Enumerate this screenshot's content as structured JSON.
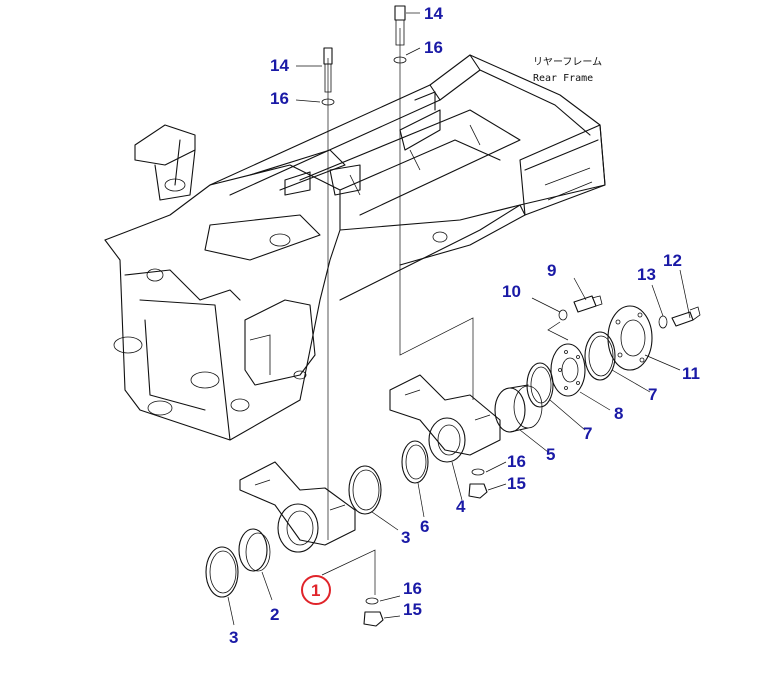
{
  "frame_label": {
    "japanese": "リヤーフレーム",
    "english": "Rear Frame"
  },
  "colors": {
    "callout": "#1a1aa6",
    "highlight": "#e0242a",
    "line": "#111111"
  },
  "callouts": {
    "c14_top": "14",
    "c16_top": "16",
    "c14_left": "14",
    "c16_left": "16",
    "c9": "9",
    "c10": "10",
    "c13": "13",
    "c12": "12",
    "c11": "11",
    "c7_right": "7",
    "c8": "8",
    "c7_mid": "7",
    "c5": "5",
    "c16_mid": "16",
    "c15_mid": "15",
    "c4": "4",
    "c6": "6",
    "c3_mid": "3",
    "c2": "2",
    "c3_bottom": "3",
    "c16_bottom": "16",
    "c15_bottom": "15",
    "c1": "1"
  }
}
